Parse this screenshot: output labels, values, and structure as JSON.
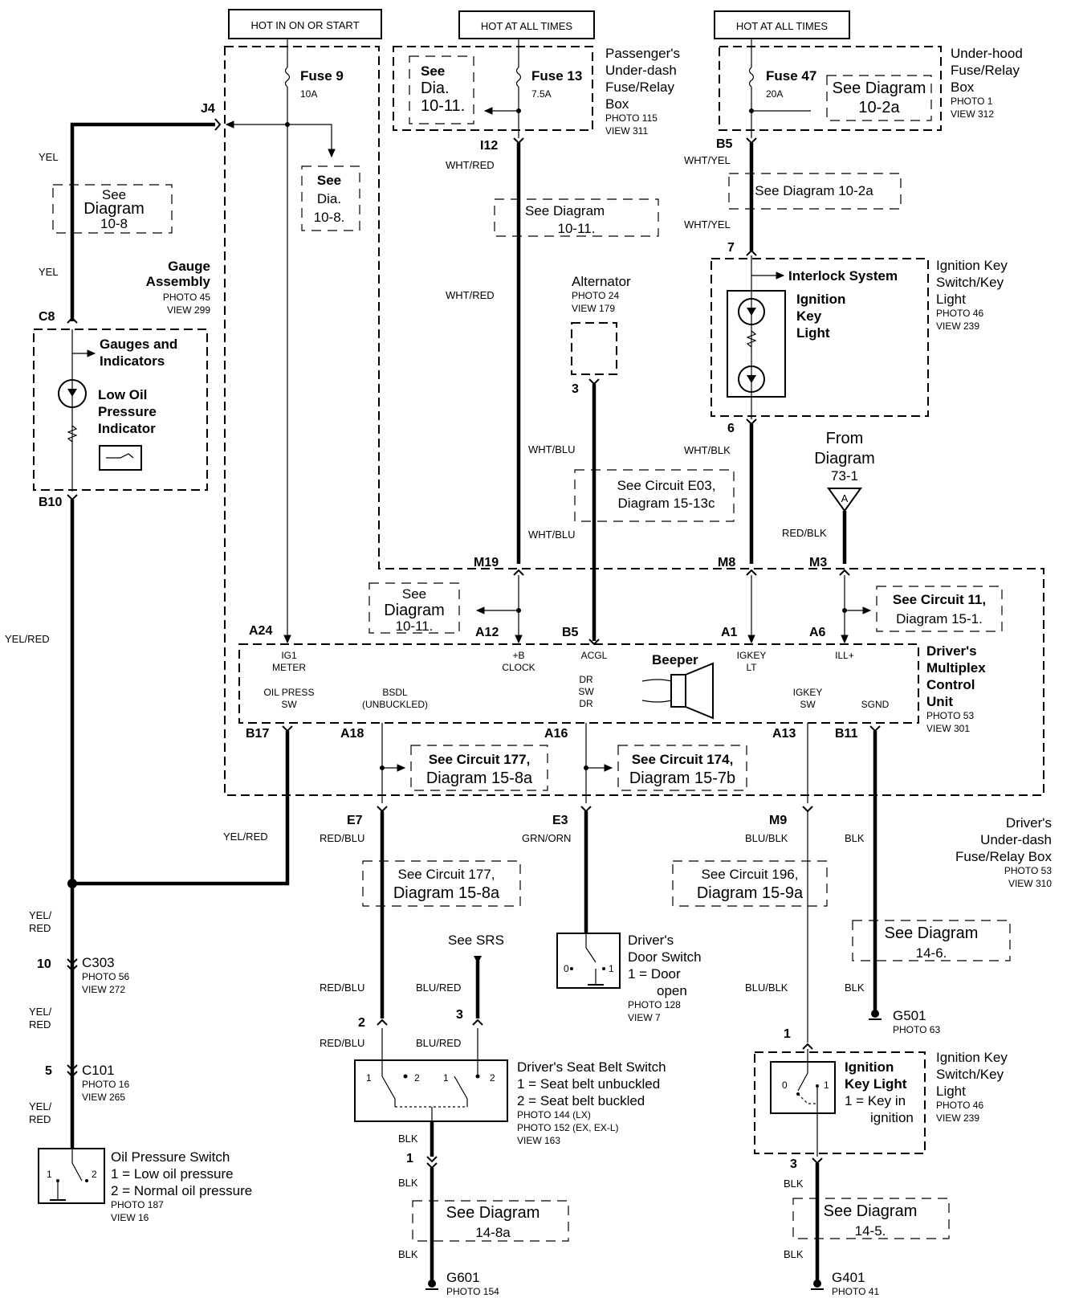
{
  "power": {
    "hot_in_on_start": "HOT IN ON OR START",
    "hot_all_times_1": "HOT AT ALL TIMES",
    "hot_all_times_2": "HOT AT ALL TIMES"
  },
  "fuses": {
    "f9_name": "Fuse 9",
    "f9_amp": "10A",
    "f13_name": "Fuse 13",
    "f13_amp": "7.5A",
    "f47_name": "Fuse 47",
    "f47_amp": "20A"
  },
  "pass_box": {
    "l1": "Passenger's",
    "l2": "Under-dash",
    "l3": "Fuse/Relay",
    "l4": "Box",
    "photo": "PHOTO 115",
    "view": "VIEW 311"
  },
  "hood_box": {
    "l1": "Under-hood",
    "l2": "Fuse/Relay",
    "l3": "Box",
    "photo": "PHOTO 1",
    "view": "VIEW 312"
  },
  "refs": {
    "dia_10_11_a": [
      "See",
      "Dia.",
      "10-11."
    ],
    "dia_10_2a_box": [
      "See Diagram",
      "10-2a"
    ],
    "dia_10_8_small": [
      "See",
      "Dia.",
      "10-8."
    ],
    "dia_10_8": [
      "See",
      "Diagram",
      "10-8"
    ],
    "dia_10_11_b": [
      "See Diagram",
      "10-11."
    ],
    "dia_10_2a_line": "See Diagram 10-2a",
    "circuit_e03": [
      "See Circuit E03,",
      "Diagram 15-13c"
    ],
    "dia_10_11_c": [
      "See",
      "Diagram",
      "10-11."
    ],
    "circuit_11": [
      "See Circuit 11,",
      "Diagram 15-1."
    ],
    "circuit_177_a": [
      "See Circuit 177,",
      "Diagram 15-8a"
    ],
    "circuit_174": [
      "See Circuit 174,",
      "Diagram 15-7b"
    ],
    "circuit_177_b": [
      "See Circuit 177,",
      "Diagram 15-8a"
    ],
    "circuit_196": [
      "See Circuit 196,",
      "Diagram 15-9a"
    ],
    "dia_14_6": [
      "See Diagram",
      "14-6."
    ],
    "dia_14_8a": [
      "See Diagram",
      "14-8a"
    ],
    "dia_14_5": [
      "See Diagram",
      "14-5."
    ],
    "see_srs": "See SRS",
    "from_dia": [
      "From",
      "Diagram",
      "73-1"
    ],
    "from_dia_flag": "A"
  },
  "pins": {
    "j4": "J4",
    "c8": "C8",
    "b10": "B10",
    "i12": "I12",
    "b5_top": "B5",
    "p7": "7",
    "p6": "6",
    "p3_alt": "3",
    "m19": "M19",
    "m8": "M8",
    "m3": "M3",
    "a24": "A24",
    "a12": "A12",
    "b5": "B5",
    "a1": "A1",
    "a6": "A6",
    "b17": "B17",
    "a18": "A18",
    "a16": "A16",
    "a13": "A13",
    "b11": "B11",
    "e7": "E7",
    "e3": "E3",
    "m9": "M9",
    "p10": "10",
    "c303": "C303",
    "p5": "5",
    "c101": "C101",
    "p2": "2",
    "p3_sb": "3",
    "p1_sb": "1",
    "p1_ign": "1",
    "p3_ign": "3"
  },
  "wires": {
    "yel_1": "YEL",
    "yel_2": "YEL",
    "yel_red_1": "YEL/RED",
    "yel_red_2": "YEL/RED",
    "yel_red_3": [
      "YEL/",
      "RED"
    ],
    "yel_red_4": [
      "YEL/",
      "RED"
    ],
    "yel_red_5": [
      "YEL/",
      "RED"
    ],
    "wht_red_1": "WHT/RED",
    "wht_red_2": "WHT/RED",
    "wht_yel_1": "WHT/YEL",
    "wht_yel_2": "WHT/YEL",
    "wht_blu_1": "WHT/BLU",
    "wht_blu_2": "WHT/BLU",
    "wht_blk": "WHT/BLK",
    "red_blk": "RED/BLK",
    "red_blu_1": "RED/BLU",
    "red_blu_2": "RED/BLU",
    "red_blu_3": "RED/BLU",
    "blu_red_1": "BLU/RED",
    "blu_red_2": "BLU/RED",
    "grn_orn": "GRN/ORN",
    "blu_blk_1": "BLU/BLK",
    "blu_blk_2": "BLU/BLK",
    "blk_1": "BLK",
    "blk_2": "BLK",
    "blk_3": "BLK",
    "blk_4": "BLK",
    "blk_5": "BLK",
    "blk_6": "BLK",
    "blk_7": "BLK"
  },
  "gauge": {
    "l1": "Gauge",
    "l2": "Assembly",
    "photo": "PHOTO 45",
    "view": "VIEW 299",
    "gauges": [
      "Gauges and",
      "Indicators"
    ],
    "lop": [
      "Low Oil",
      "Pressure",
      "Indicator"
    ]
  },
  "alternator": {
    "name": "Alternator",
    "photo": "PHOTO 24",
    "view": "VIEW 179"
  },
  "ign_light": {
    "interlock": "Interlock System",
    "inner": [
      "Ignition",
      "Key",
      "Light"
    ],
    "label": [
      "Ignition Key",
      "Switch/Key",
      "Light"
    ],
    "photo": "PHOTO 46",
    "view": "VIEW 239"
  },
  "mcu": {
    "ig1": [
      "IG1",
      "METER"
    ],
    "b_clock": [
      "+B",
      "CLOCK"
    ],
    "acgl": "ACGL",
    "igkey_lt": [
      "IGKEY",
      "LT"
    ],
    "ill": "ILL+",
    "oil_press": [
      "OIL PRESS",
      "SW"
    ],
    "bsdl": [
      "BSDL",
      "(UNBUCKLED)"
    ],
    "dr_sw": [
      "DR",
      "SW",
      "DR"
    ],
    "beeper": "Beeper",
    "igkey_sw": [
      "IGKEY",
      "SW"
    ],
    "sgnd": "SGND",
    "label": [
      "Driver's",
      "Multiplex",
      "Control",
      "Unit"
    ],
    "photo": "PHOTO 53",
    "view": "VIEW 301"
  },
  "drv_box": {
    "l1": "Driver's",
    "l2": "Under-dash",
    "l3": "Fuse/Relay Box",
    "photo": "PHOTO 53",
    "view": "VIEW 310"
  },
  "door": {
    "l1": "Driver's",
    "l2": "Door Switch",
    "l3": "1 = Door",
    "l4": "open",
    "photo": "PHOTO 128",
    "view": "VIEW 7",
    "p0": "0",
    "p1": "1"
  },
  "c303_info": {
    "photo": "PHOTO 56",
    "view": "VIEW 272"
  },
  "c101_info": {
    "photo": "PHOTO 16",
    "view": "VIEW 265"
  },
  "ops": {
    "name": "Oil Pressure Switch",
    "l1": "1 = Low oil pressure",
    "l2": "2 = Normal oil pressure",
    "photo": "PHOTO 187",
    "view": "VIEW 16",
    "p1": "1",
    "p2": "2"
  },
  "seatbelt": {
    "name": "Driver's Seat Belt Switch",
    "l1": "1 = Seat belt unbuckled",
    "l2": "2 = Seat belt buckled",
    "photo1": "PHOTO 144 (LX)",
    "photo2": "PHOTO 152 (EX, EX-L)",
    "view": "VIEW 163",
    "p1a": "1",
    "p2a": "2",
    "p1b": "1",
    "p2b": "2"
  },
  "ign_sw": {
    "inner": [
      "Ignition",
      "Key Light",
      "1 = Key in",
      "ignition"
    ],
    "label": [
      "Ignition Key",
      "Switch/Key",
      "Light"
    ],
    "photo": "PHOTO 46",
    "view": "VIEW 239",
    "p0": "0",
    "p1": "1"
  },
  "grounds": {
    "g501": "G501",
    "g501_photo": "PHOTO 63",
    "g601": "G601",
    "g601_photo": "PHOTO 154",
    "g401": "G401",
    "g401_photo": "PHOTO 41"
  }
}
